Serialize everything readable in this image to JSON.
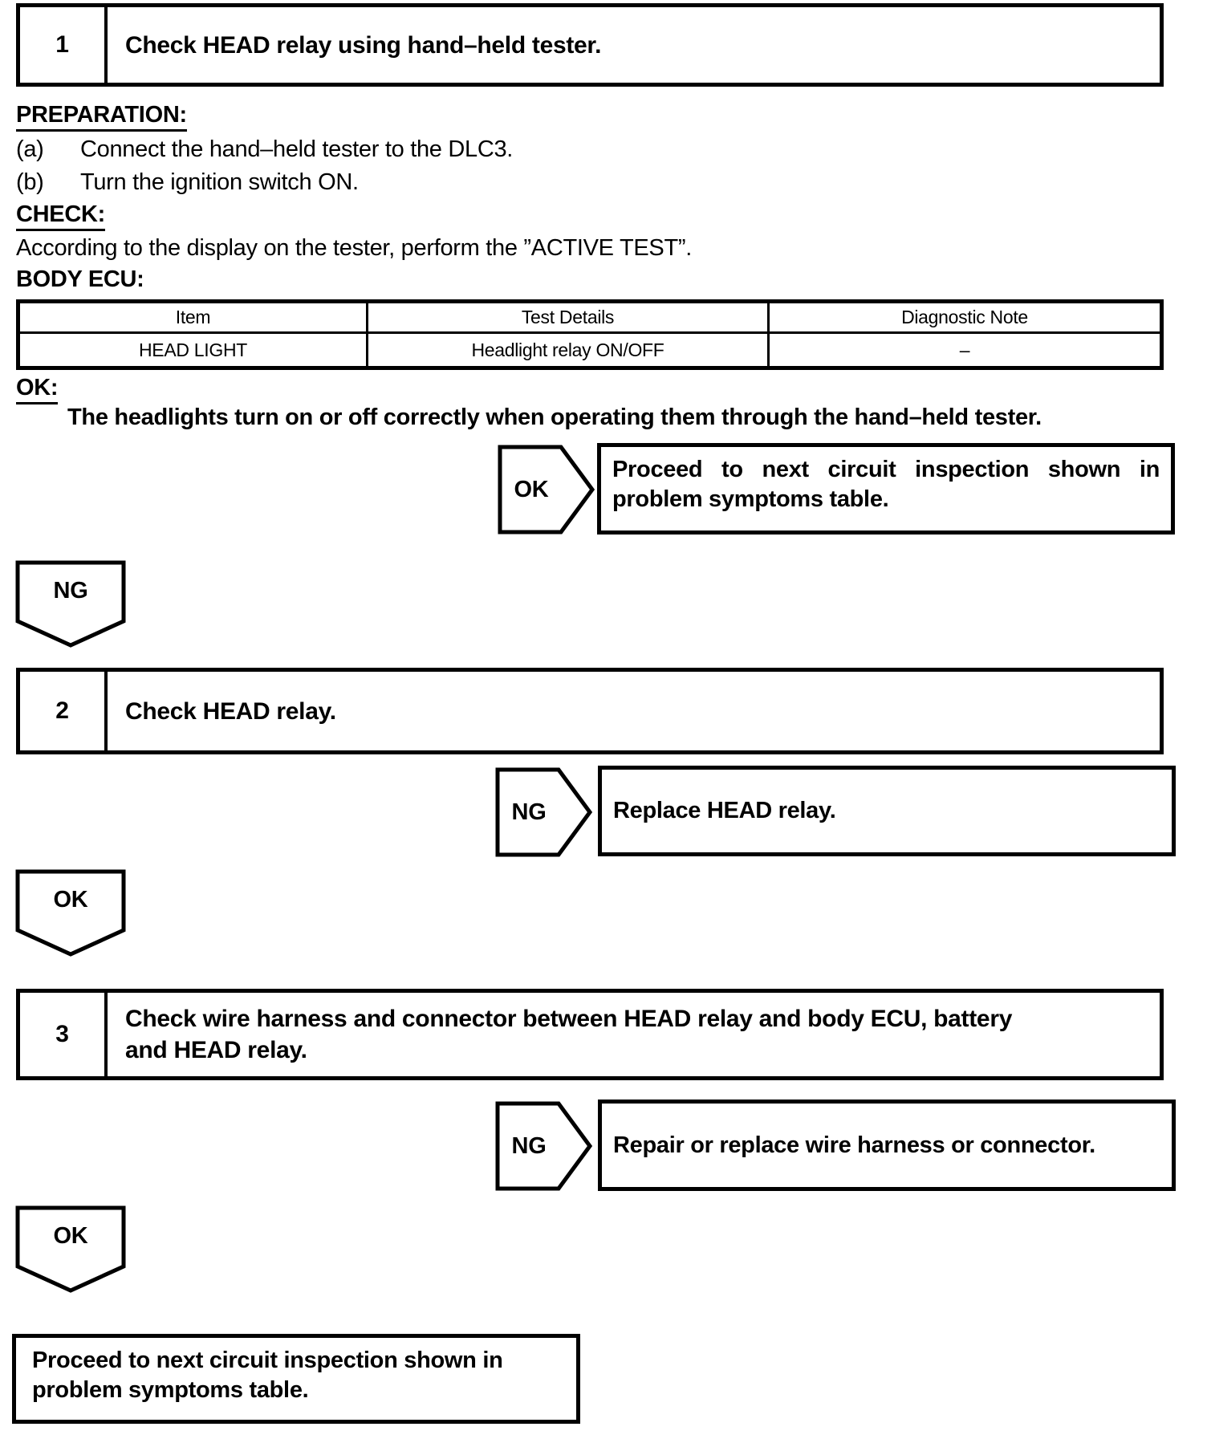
{
  "flow": {
    "step1": {
      "number": "1",
      "title": "Check HEAD relay using hand–held tester.",
      "preparation": {
        "heading": "PREPARATION:",
        "items": [
          {
            "label": "(a)",
            "text": "Connect the hand–held tester to the DLC3."
          },
          {
            "label": "(b)",
            "text": "Turn the ignition switch ON."
          }
        ]
      },
      "check": {
        "heading": "CHECK:",
        "text": "According to the display on the tester, perform the ”ACTIVE TEST”."
      },
      "body_ecu": {
        "heading": "BODY ECU:",
        "table": {
          "headers": [
            "Item",
            "Test Details",
            "Diagnostic Note"
          ],
          "rows": [
            [
              "HEAD LIGHT",
              "Headlight relay ON/OFF",
              "–"
            ]
          ]
        }
      },
      "ok": {
        "heading": "OK:",
        "text": "The headlights turn on or off correctly when operating them through the hand–held tester."
      },
      "ok_branch": {
        "label": "OK",
        "action": "Proceed to next circuit inspection shown in problem symptoms table."
      },
      "ng_label": "NG"
    },
    "step2": {
      "number": "2",
      "title": "Check HEAD relay.",
      "ng_branch": {
        "label": "NG",
        "action": "Replace HEAD relay."
      },
      "ok_label": "OK"
    },
    "step3": {
      "number": "3",
      "title": "Check wire harness and connector between HEAD relay and body ECU, battery and HEAD relay.",
      "ng_branch": {
        "label": "NG",
        "action": "Repair or replace wire harness or connector."
      },
      "ok_label": "OK"
    },
    "final_action": "Proceed to next circuit inspection shown in problem symptoms table.",
    "colors": {
      "ink": "#000000",
      "paper": "#ffffff"
    }
  }
}
